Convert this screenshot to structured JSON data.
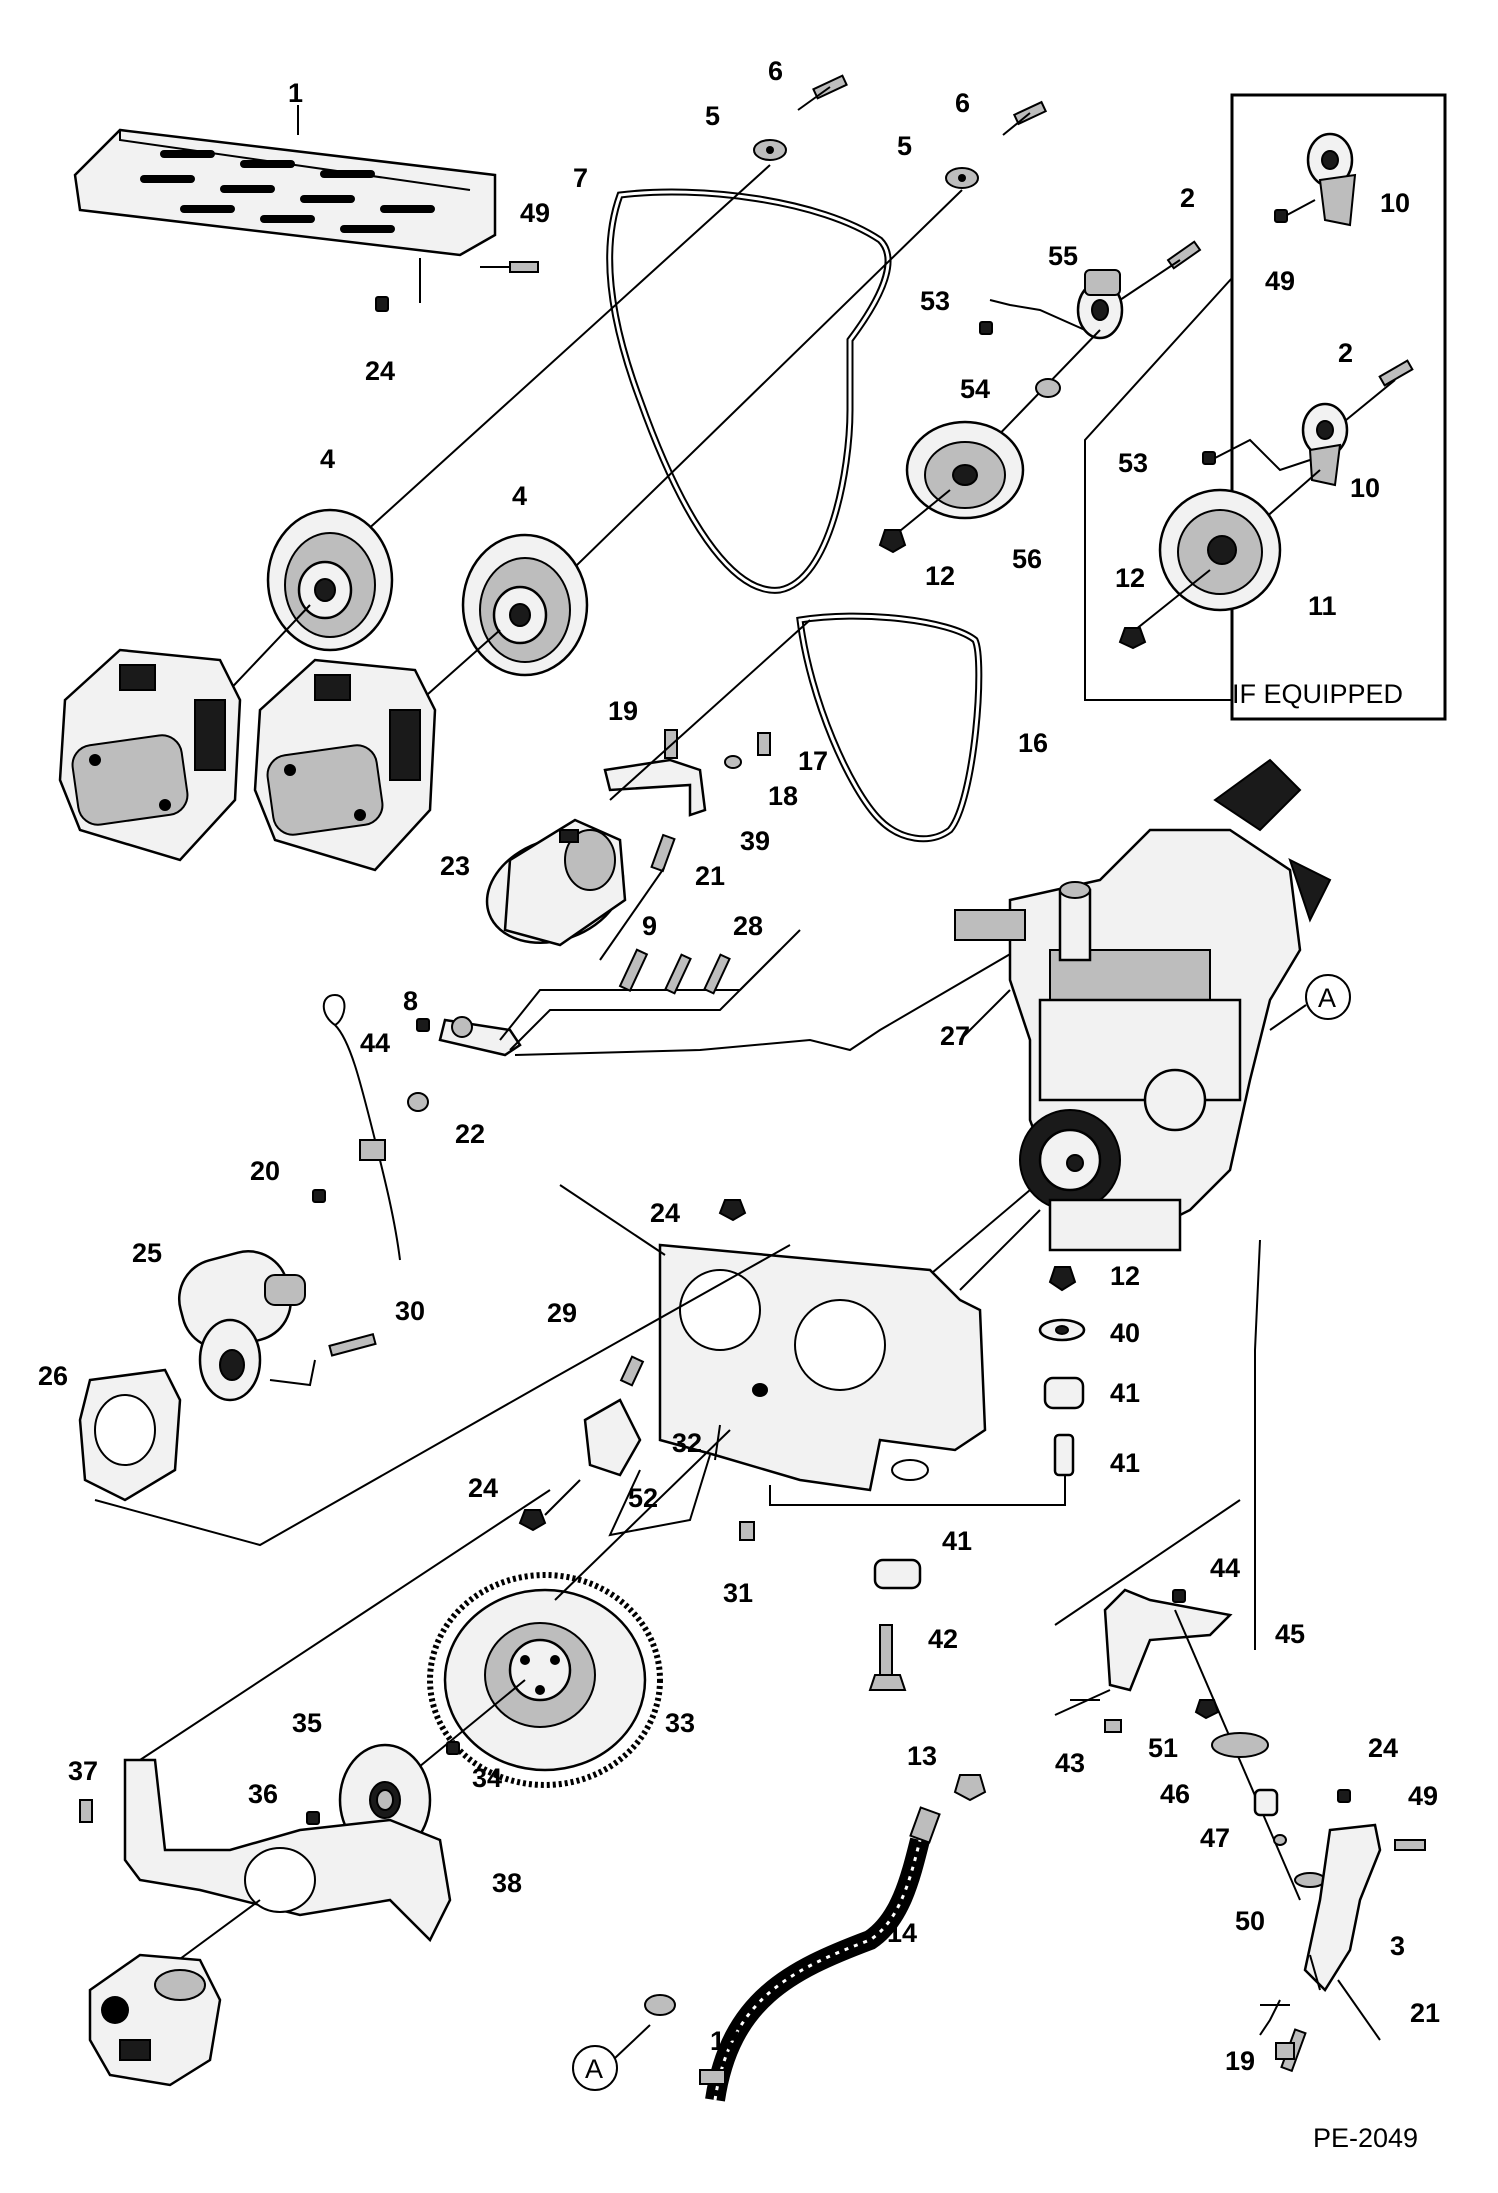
{
  "diagram": {
    "drawing_number": "PE-2049",
    "inset_label": "IF EQUIPPED",
    "connector_ref_top": "A",
    "connector_ref_bottom": "A"
  },
  "callouts": {
    "c1": "1",
    "c2a": "2",
    "c2b": "2",
    "c3": "3",
    "c4a": "4",
    "c4b": "4",
    "c5a": "5",
    "c5b": "5",
    "c6a": "6",
    "c6b": "6",
    "c7": "7",
    "c8": "8",
    "c9": "9",
    "c10a": "10",
    "c10b": "10",
    "c11": "11",
    "c12a": "12",
    "c12b": "12",
    "c12c": "12",
    "c13": "13",
    "c14": "14",
    "c15": "15",
    "c16": "16",
    "c17": "17",
    "c18": "18",
    "c19a": "19",
    "c19b": "19",
    "c20": "20",
    "c21a": "21",
    "c21b": "21",
    "c22": "22",
    "c23": "23",
    "c24a": "24",
    "c24b": "24",
    "c24c": "24",
    "c24d": "24",
    "c25": "25",
    "c26": "26",
    "c27": "27",
    "c28": "28",
    "c29": "29",
    "c30": "30",
    "c31": "31",
    "c32": "32",
    "c33": "33",
    "c34": "34",
    "c35": "35",
    "c36": "36",
    "c37": "37",
    "c38": "38",
    "c39": "39",
    "c40": "40",
    "c41a": "41",
    "c41b": "41",
    "c41c": "41",
    "c42": "42",
    "c43": "43",
    "c44a": "44",
    "c44b": "44",
    "c45": "45",
    "c46": "46",
    "c47": "47",
    "c49a": "49",
    "c49b": "49",
    "c49c": "49",
    "c50": "50",
    "c51": "51",
    "c52": "52",
    "c53a": "53",
    "c53b": "53",
    "c54": "54",
    "c55": "55",
    "c56": "56"
  }
}
